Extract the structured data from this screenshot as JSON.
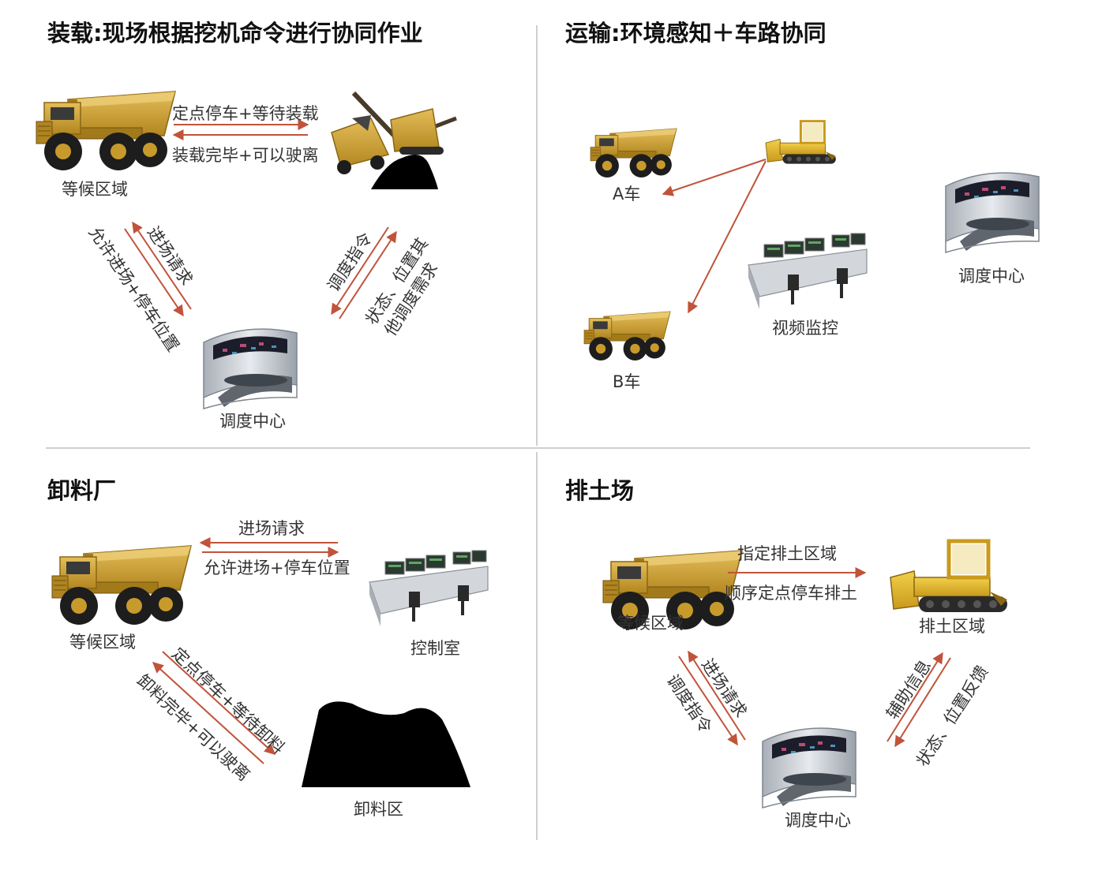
{
  "colors": {
    "arrow": "#c0533a",
    "divider": "#cfcfcf",
    "title": "#111111",
    "label": "#333333",
    "truck": "#c89a2c",
    "bulldozer": "#e0b32c",
    "pile": "#000000"
  },
  "panel1": {
    "title": "装载:现场根据挖机命令进行协同作业",
    "arrow_top": "定点停车+等待装载",
    "arrow_bottom": "装载完毕+可以驶离",
    "wait_area": "等候区域",
    "left_up": "进场请求",
    "left_down": "允许进场+停车位置",
    "right_down": "调度指令",
    "right_up_1": "状态、位置其",
    "right_up_2": "他调度需求",
    "dispatch": "调度中心"
  },
  "panel2": {
    "title": "运输:环境感知＋车路协同",
    "truck_a": "A车",
    "truck_b": "B车",
    "video": "视频监控",
    "dispatch": "调度中心"
  },
  "panel3": {
    "title": "卸料厂",
    "arrow_top": "进场请求",
    "arrow_bottom": "允许进场+停车位置",
    "wait_area": "等候区域",
    "control_room": "控制室",
    "diag_1": "定点停车+等待卸料",
    "diag_2": "卸料完毕+可以驶离",
    "unload_area": "卸料区"
  },
  "panel4": {
    "title": "排土场",
    "arrow_top": "指定排土区域",
    "arrow_bottom": "顺序定点停车排土",
    "wait_area": "等候区域",
    "dump_area": "排土区域",
    "left_a": "进场请求",
    "left_b": "调度指令",
    "right_a": "辅助信息",
    "right_b": "状态、位置反馈",
    "dispatch": "调度中心"
  }
}
